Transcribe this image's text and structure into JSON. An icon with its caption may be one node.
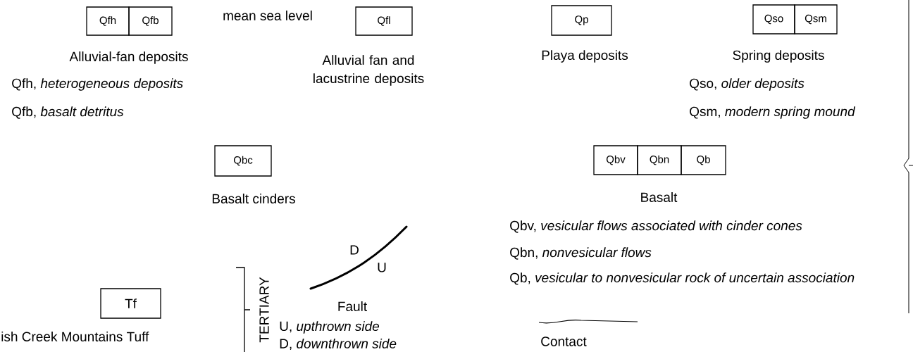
{
  "diagram": {
    "nodes": [
      {
        "text": [
          "Qfh"
        ]
      },
      {
        "text": [
          "Qfb"
        ]
      },
      {
        "text": [
          "Qfl"
        ]
      },
      {
        "text": [
          "Qp"
        ]
      },
      {
        "text": [
          "Qso"
        ]
      },
      {
        "text": [
          "Qsm"
        ]
      },
      {
        "text": [
          "Qbc"
        ]
      },
      {
        "text": [
          "Qbv"
        ]
      },
      {
        "text": [
          "Qbn"
        ]
      },
      {
        "text": [
          "Qb"
        ]
      },
      {
        "text": [
          "Tf"
        ]
      }
    ],
    "labels": [
      "mean sea level",
      "Alluvial-fan deposits",
      "Qfh, *heterogeneous deposits*",
      "Qfb, *basalt detritus*",
      "Alluvial fan and lacustrine deposits",
      "Playa deposits",
      "Spring deposits",
      "Qso, *older deposits*",
      "Qsm, *modern spring mound*",
      "Basalt cinders",
      "Basalt",
      "Qbv, *vesicular flows associated with cinder cones*",
      "Qbn, *nonvesicular flows*",
      "Qb, *vesicular to nonvesicular rock of uncertain association*",
      "D",
      "U",
      "Fault",
      "TERTIARY",
      "U, *upthrown side*",
      "D, *downthrown side*",
      "ish Creek Mountains Tuff",
      "Contact"
    ]
  }
}
